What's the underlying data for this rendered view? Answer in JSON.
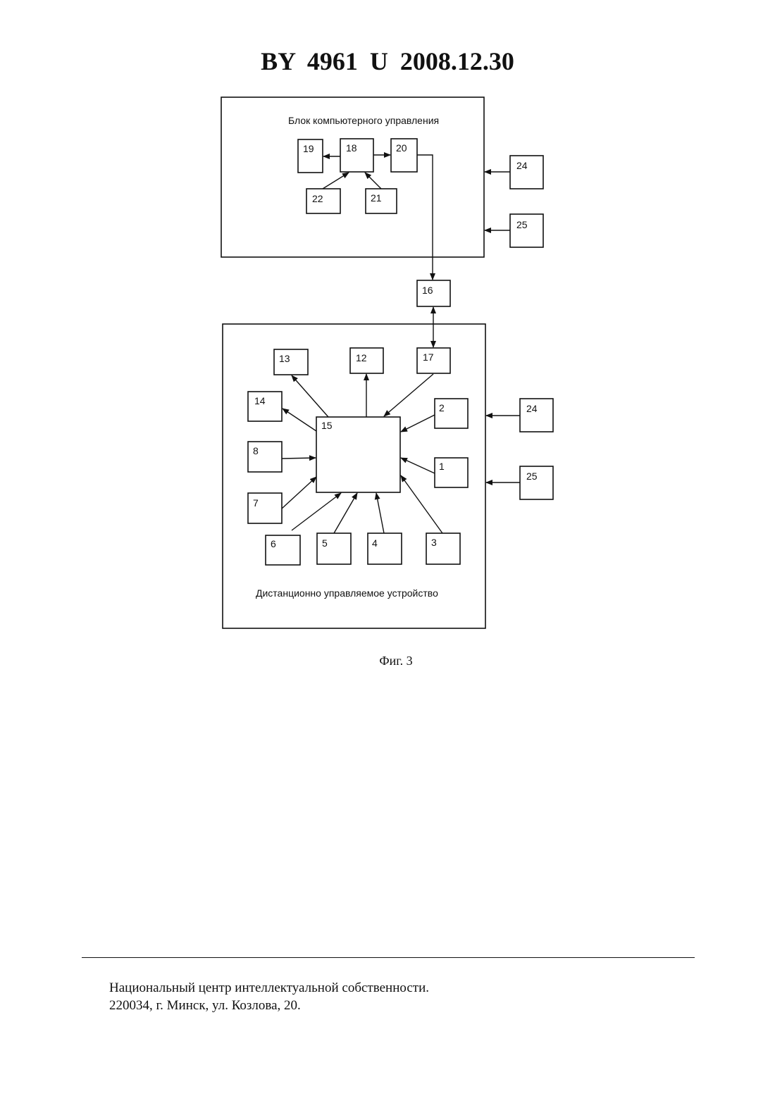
{
  "header": {
    "title": "BY  4961  U  2008.12.30"
  },
  "diagram": {
    "top_block_label": "Блок компьютерного управления",
    "bottom_block_label": "Дистанционно управляемое устройство",
    "nodes": {
      "n19": "19",
      "n18": "18",
      "n20": "20",
      "n22": "22",
      "n21": "21",
      "n24a": "24",
      "n25a": "25",
      "n16": "16",
      "n13": "13",
      "n12": "12",
      "n17": "17",
      "n14": "14",
      "n15": "15",
      "n2": "2",
      "n8": "8",
      "n1": "1",
      "n7": "7",
      "n6": "6",
      "n5": "5",
      "n4": "4",
      "n3": "3",
      "n24b": "24",
      "n25b": "25"
    }
  },
  "caption": "Фиг. 3",
  "footer": {
    "line1": "Национальный центр интеллектуальной собственности.",
    "line2": "220034, г. Минск, ул. Козлова, 20."
  }
}
